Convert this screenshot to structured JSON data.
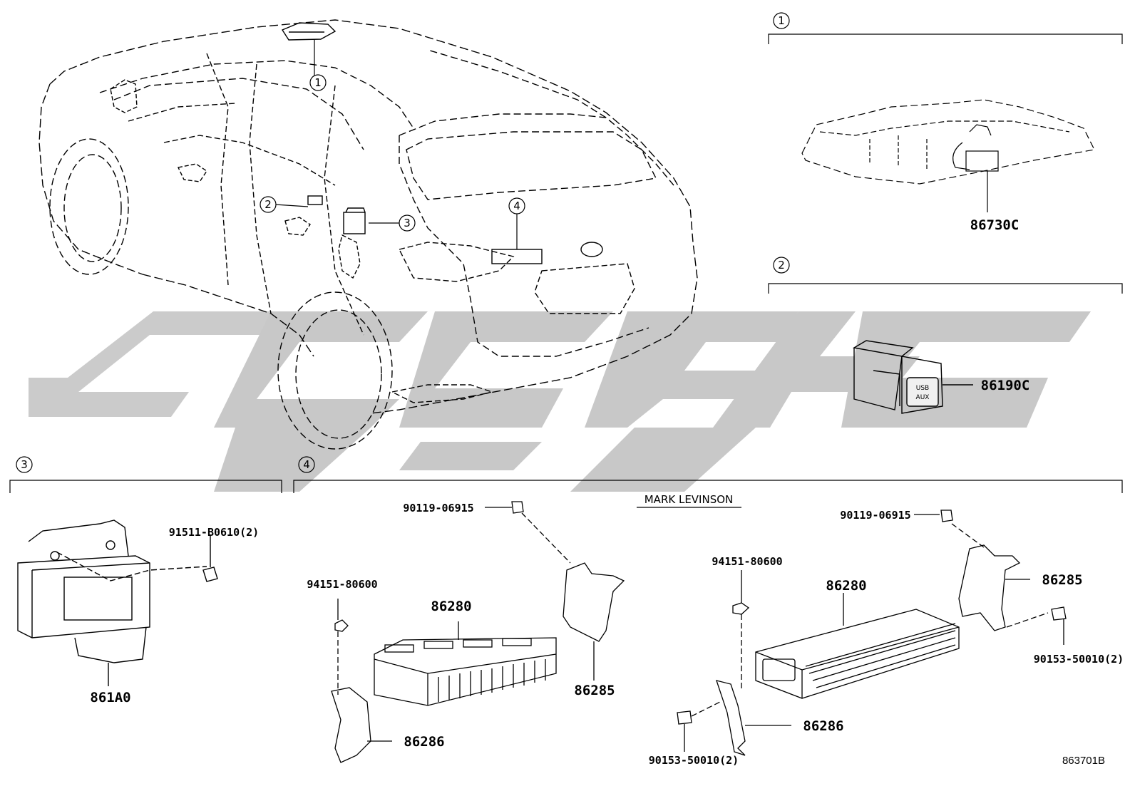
{
  "diagram": {
    "id": "863701B",
    "watermark_color": "#c8c8c8",
    "callouts": [
      "1",
      "2",
      "3",
      "4"
    ],
    "section_headers": [
      "1",
      "2",
      "3",
      "4"
    ],
    "note_mark_levinson": "MARK LEVINSON",
    "usb_label_top": "USB",
    "usb_label_bottom": "AUX",
    "parts": {
      "p86730C": "86730C",
      "p86190C": "86190C",
      "p861A0": "861A0",
      "p91511": "91511-B0610(2)",
      "std_bolt": "90119-06915",
      "std_nut": "94151-80600",
      "std_amp": "86280",
      "std_bracket_upper": "86285",
      "std_bracket_lower": "86286",
      "ml_bolt": "90119-06915",
      "ml_nut": "94151-80600",
      "ml_amp": "86280",
      "ml_bracket_upper": "86285",
      "ml_bracket_lower": "86286",
      "ml_screw_right": "90153-50010(2)",
      "ml_screw_left": "90153-50010(2)"
    }
  }
}
